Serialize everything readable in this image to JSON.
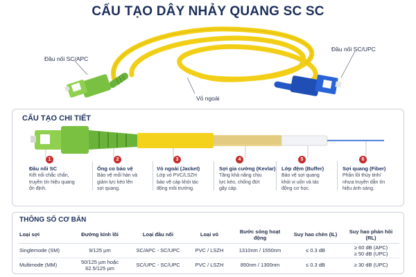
{
  "title": "CẤU TẠO DÂY NHẢY QUANG SC SC",
  "hero": {
    "label_left": "Đầu nối SC/APC",
    "label_right": "Đầu nối SC/UPC",
    "label_jacket": "Vỏ ngoài"
  },
  "detail": {
    "title": "CẤU TẠO CHI TIẾT",
    "parts": [
      {
        "num": "1",
        "name": "Đầu nối SC",
        "desc": [
          "Kết nối chắc chắn,",
          "truyền tín hiệu quang",
          "ổn định."
        ]
      },
      {
        "num": "2",
        "name": "Ống co bảo vệ",
        "desc": [
          "Bảo vệ mối hàn và",
          "giảm lực kéo lên",
          "sợi quang."
        ]
      },
      {
        "num": "3",
        "name": "Vỏ ngoài (Jacket)",
        "desc": [
          "Lớp vỏ PVC/LSZH",
          "bảo vệ cáp khỏi tác",
          "động môi trường."
        ]
      },
      {
        "num": "4",
        "name": "Sợi gia cường (Kevlar)",
        "desc": [
          "Tăng khả năng chịu",
          "lực kéo, chống đứt",
          "gãy cáp."
        ]
      },
      {
        "num": "5",
        "name": "Lớp đệm (Buffer)",
        "desc": [
          "Bảo vệ sợi quang",
          "khỏi vi uốn và tác",
          "động cơ học."
        ]
      },
      {
        "num": "6",
        "name": "Sợi quang (Fiber)",
        "desc": [
          "Phần lõi thủy tinh/",
          "nhựa truyền dẫn tín",
          "hiệu ánh sáng."
        ]
      }
    ]
  },
  "specs": {
    "title": "THÔNG SỐ CƠ BẢN",
    "headers": [
      "Loại sợi",
      "Đường kính lõi",
      "Loại đầu nối",
      "Loại vỏ",
      "Bước sóng hoạt động",
      "Suy hao chèn (IL)",
      "Suy hao phản hồi (RL)"
    ],
    "rows": [
      [
        "Singlemode (SM)",
        "9/125 µm",
        "SC/APC - SC/UPC",
        "PVC / LSZH",
        "1310nm / 1550nm",
        "≤ 0.3 dB",
        "≥ 60 dB (APC)\n≥ 50 dB (UPC)"
      ],
      [
        "Multimode (MM)",
        "50/125 µm hoặc\n62.5/125 µm",
        "SC/UPC - SC/UPC",
        "PVC / LSZH",
        "850nm / 1300nm",
        "≤ 0.3 dB",
        "≥ 30 dB (UPC)"
      ]
    ]
  },
  "colors": {
    "apc_green": "#7ac142",
    "upc_blue": "#1f4fb5",
    "jacket_yellow": "#f4d21c",
    "kevlar": "#e8d28a",
    "badge_red": "#c62d2d",
    "title_navy": "#1c2f5b"
  }
}
